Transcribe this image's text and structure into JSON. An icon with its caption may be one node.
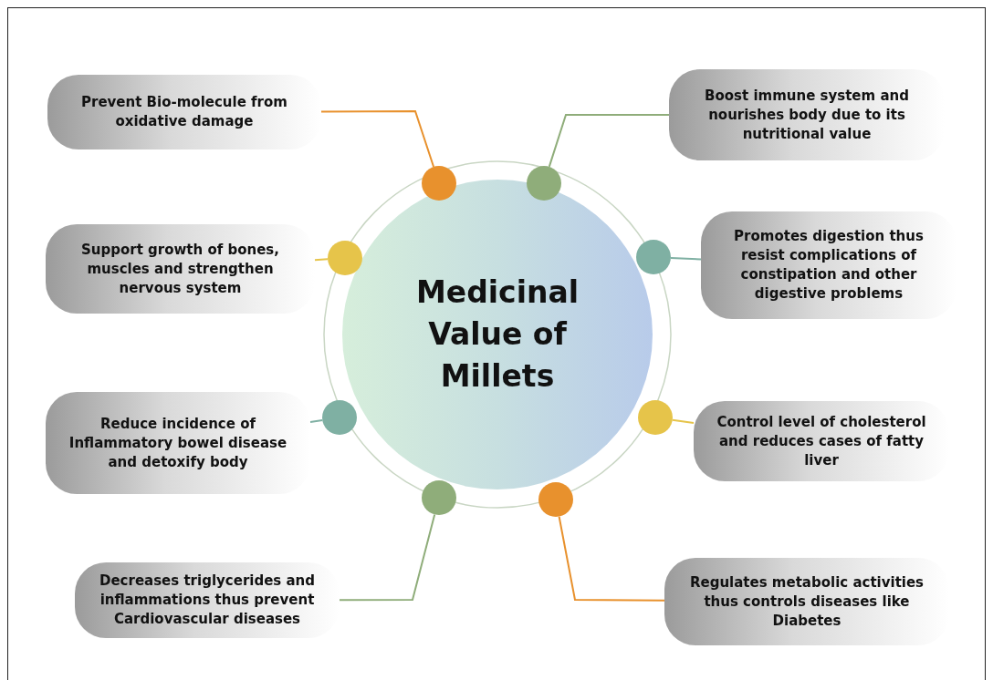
{
  "diagram": {
    "nodes": [
      {
        "text": [
          "Medicinal Value of Millets"
        ]
      },
      {
        "text": [
          "Prevent Bio-molecule from oxidative damage"
        ]
      },
      {
        "text": [
          "Boost immune system and nourishes body due to its nutritional value"
        ]
      },
      {
        "text": [
          "Support growth of bones, muscles and strengthen nervous system"
        ]
      },
      {
        "text": [
          "Promotes digestion thus resist complications of constipation and other digestive problems"
        ]
      },
      {
        "text": [
          "Reduce incidence of Inflammatory bowel disease and detoxify body"
        ]
      },
      {
        "text": [
          "Control level of cholesterol and reduces cases of fatty liver"
        ]
      },
      {
        "text": [
          "Decreases triglycerides and inflammations thus prevent Cardiovascular diseases"
        ]
      },
      {
        "text": [
          "Regulates metabolic activities thus controls diseases like Diabetes"
        ]
      },
      {
        "text": [],
        "shape": "circle"
      },
      {
        "text": [],
        "shape": "circle"
      },
      {
        "text": [],
        "shape": "circle"
      },
      {
        "text": [],
        "shape": "circle"
      },
      {
        "text": [],
        "shape": "circle"
      },
      {
        "text": [],
        "shape": "circle"
      },
      {
        "text": [],
        "shape": "circle"
      },
      {
        "text": [],
        "shape": "circle"
      }
    ],
    "edges": [
      {
        "from": 1,
        "to": 9,
        "arrow": "none",
        "color": "#e8912d"
      },
      {
        "from": 2,
        "to": 10,
        "arrow": "none",
        "color": "#8fad7a"
      },
      {
        "from": 3,
        "to": 11,
        "arrow": "none",
        "color": "#e6c44a"
      },
      {
        "from": 4,
        "to": 12,
        "arrow": "none",
        "color": "#7fb0a3"
      },
      {
        "from": 5,
        "to": 13,
        "arrow": "none",
        "color": "#7fb0a3"
      },
      {
        "from": 6,
        "to": 14,
        "arrow": "none",
        "color": "#e6c44a"
      },
      {
        "from": 7,
        "to": 15,
        "arrow": "none",
        "color": "#8fad7a"
      },
      {
        "from": 8,
        "to": 16,
        "arrow": "none",
        "color": "#e8912d"
      }
    ]
  }
}
